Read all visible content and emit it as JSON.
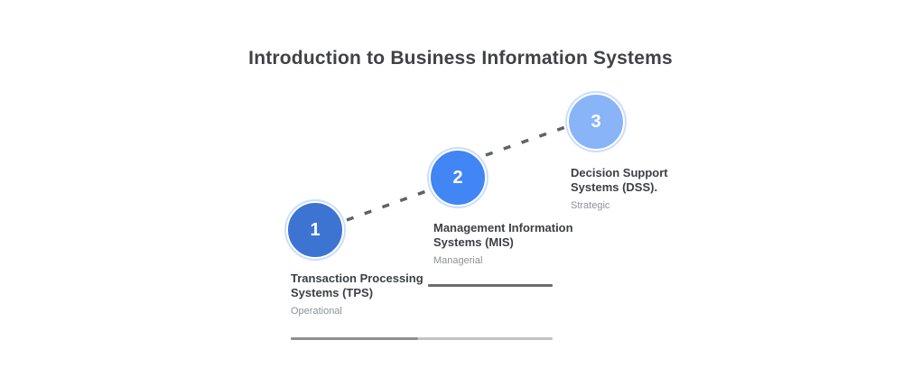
{
  "title": "Introduction to Business Information Systems",
  "colors": {
    "background": "#ffffff",
    "title_text": "#3f4346",
    "step_title_text": "#3c4043",
    "step_subtitle_text": "#8d9296",
    "circle_1": "#3e74d1",
    "circle_2": "#4285f4",
    "circle_3": "#8ab4f8",
    "circle_number_text": "#ffffff",
    "connector_dash": "#5f6368",
    "divider_dark": "#6d6d6d",
    "divider_mid": "#8f8f8f",
    "divider_light": "#c3c3c3"
  },
  "steps": [
    {
      "number": "1",
      "line1": "Transaction Processing",
      "line2": "Systems (TPS)",
      "sub": "Operational"
    },
    {
      "number": "2",
      "line1": "Management Information",
      "line2": "Systems (MIS)",
      "sub": "Managerial"
    },
    {
      "number": "3",
      "line1": "Decision Support",
      "line2": "Systems (DSS).",
      "sub": "Strategic"
    }
  ]
}
